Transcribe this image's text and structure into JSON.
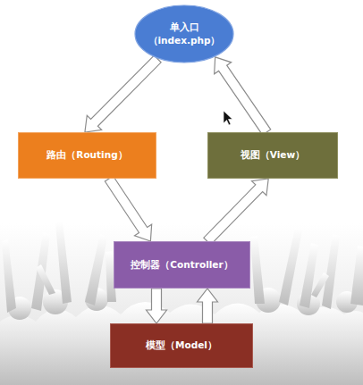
{
  "diagram": {
    "nodes": [
      {
        "text": [
          "单入口 （index.php）"
        ]
      },
      {
        "text": [
          "路由（Routing）"
        ]
      },
      {
        "text": [
          "视图（View）"
        ]
      },
      {
        "text": [
          "控制器（Controller）"
        ]
      },
      {
        "text": [
          "模型（Model）"
        ]
      }
    ],
    "edges": [
      {
        "from": 0,
        "to": 1,
        "arrow": "to"
      },
      {
        "from": 1,
        "to": 3,
        "arrow": "to"
      },
      {
        "from": 3,
        "to": 2,
        "arrow": "to"
      },
      {
        "from": 2,
        "to": 0,
        "arrow": "to"
      },
      {
        "from": 3,
        "to": 4,
        "arrow": "to"
      },
      {
        "from": 4,
        "to": 3,
        "arrow": "to"
      }
    ]
  }
}
